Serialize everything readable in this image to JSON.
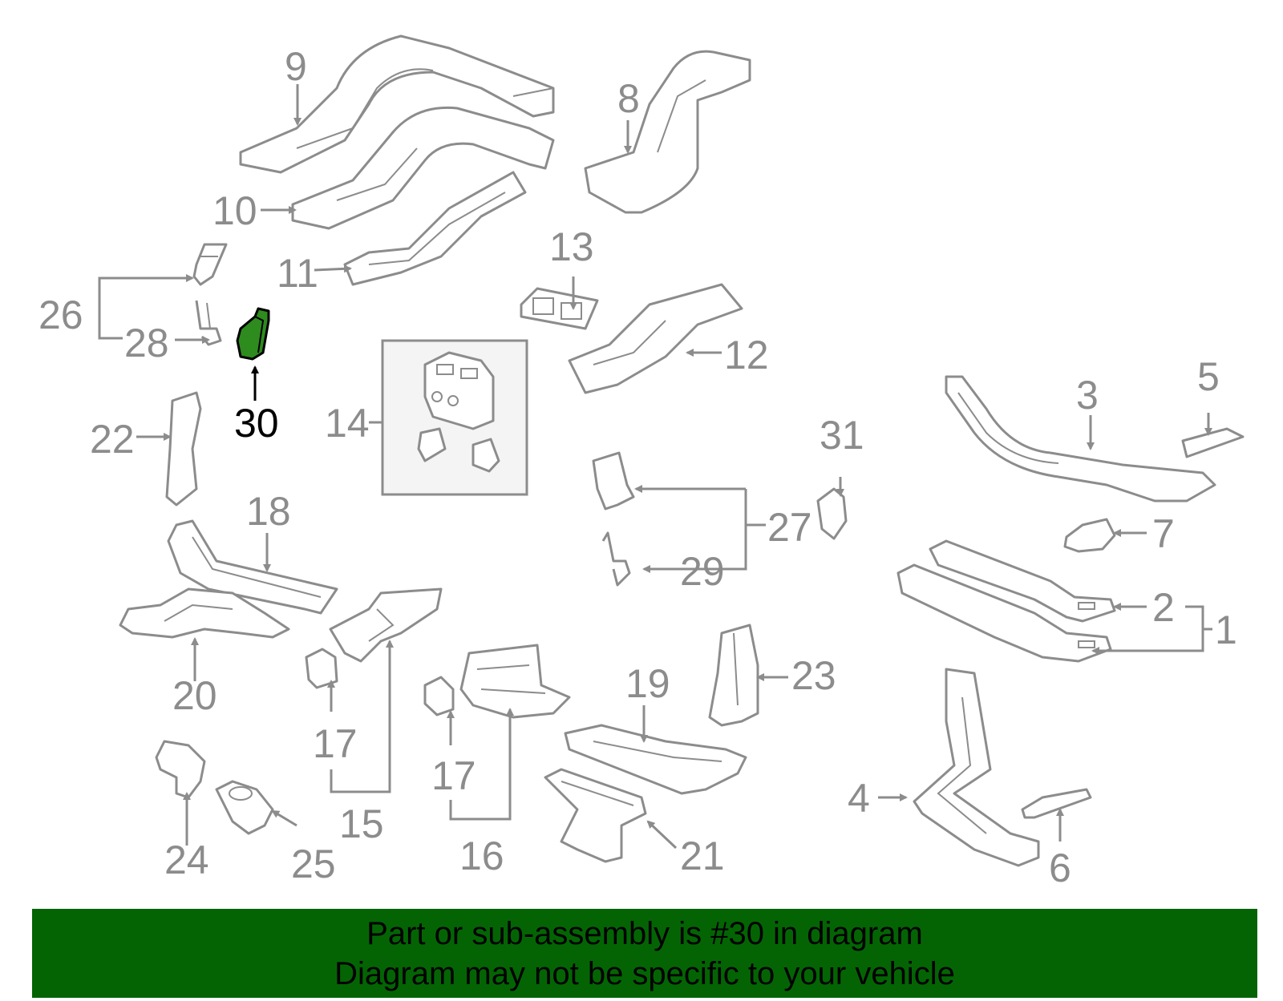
{
  "diagram": {
    "highlight_color": "#2e8b1e",
    "line_color": "#8c8c8c",
    "labels": {
      "l1": "1",
      "l2": "2",
      "l3": "3",
      "l4": "4",
      "l5": "5",
      "l6": "6",
      "l7": "7",
      "l8": "8",
      "l9": "9",
      "l10": "10",
      "l11": "11",
      "l12": "12",
      "l13": "13",
      "l14": "14",
      "l15": "15",
      "l16": "16",
      "l17a": "17",
      "l17b": "17",
      "l18": "18",
      "l19": "19",
      "l20": "20",
      "l21": "21",
      "l22": "22",
      "l23": "23",
      "l24": "24",
      "l25": "25",
      "l26": "26",
      "l27": "27",
      "l28": "28",
      "l29": "29",
      "l30": "30",
      "l31": "31"
    },
    "highlighted_part": "30"
  },
  "banner": {
    "background": "#046404",
    "line1": "Part or sub-assembly is #30 in diagram",
    "line2": "Diagram may not be specific to your vehicle"
  }
}
